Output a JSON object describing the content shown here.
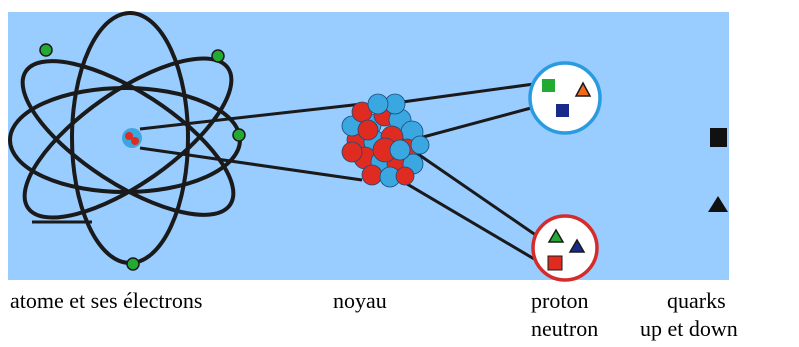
{
  "colors": {
    "sky": "#99ccff",
    "orbit": "#1a1a1a",
    "electron": "#22aa33",
    "proton_red": "#e02b20",
    "neutron_blue": "#3ba7e0",
    "proton_ring": "#2a9be0",
    "neutron_ring": "#d62b2b",
    "quark_green": "#22aa33",
    "quark_orange": "#f06a1a",
    "quark_navy": "#1a2a8a",
    "quark_red": "#e02b20",
    "quark_black": "#111111"
  },
  "captions": {
    "atom": "atome et ses électrons",
    "nucleus": "noyau",
    "proton": "proton",
    "neutron": "neutron",
    "quarks": "quarks",
    "up_down": "up et down"
  },
  "icons": {
    "electron": "green-dot",
    "proton_square": "green-square",
    "proton_triangle_1": "orange-triangle",
    "proton_triangle_2": "navy-square",
    "neutron_triangle_1": "green-triangle",
    "neutron_triangle_2": "navy-triangle",
    "neutron_square": "red-square",
    "up_quark": "black-square",
    "down_quark": "black-triangle"
  }
}
